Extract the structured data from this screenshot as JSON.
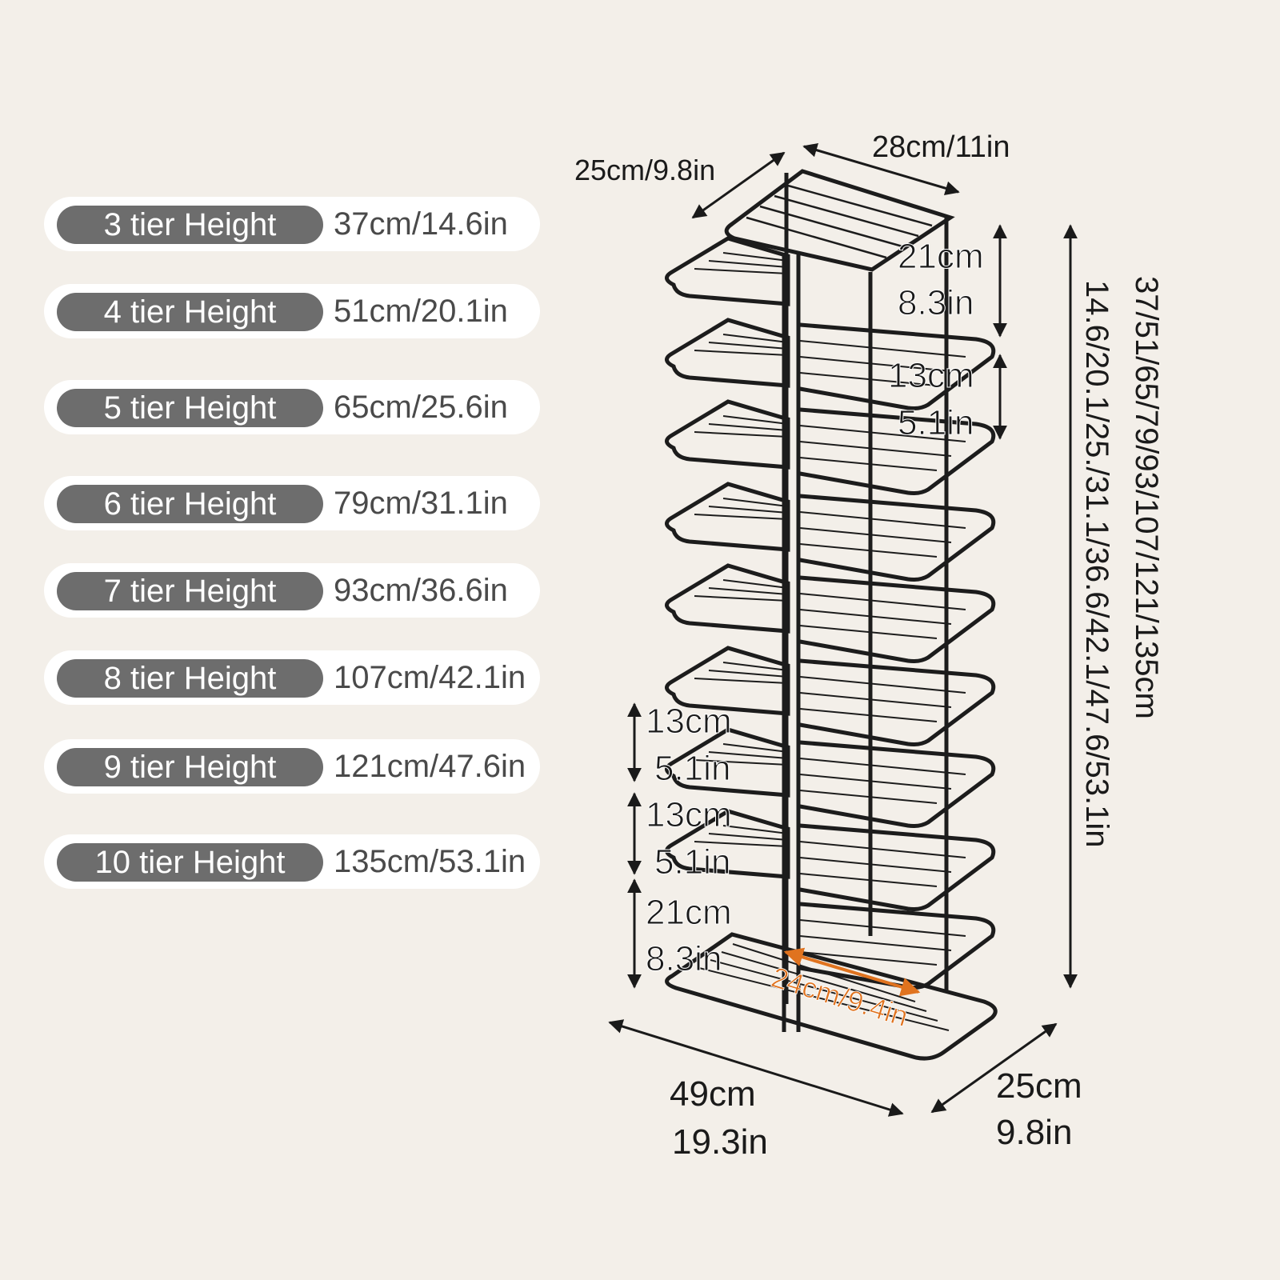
{
  "tiers": [
    {
      "label": "3 tier Height",
      "value": "37cm/14.6in"
    },
    {
      "label": "4 tier Height",
      "value": "51cm/20.1in"
    },
    {
      "label": "5 tier Height",
      "value": "65cm/25.6in"
    },
    {
      "label": "6 tier Height",
      "value": "79cm/31.1in"
    },
    {
      "label": "7 tier Height",
      "value": "93cm/36.6in"
    },
    {
      "label": "8 tier Height",
      "value": "107cm/42.1in"
    },
    {
      "label": "9 tier Height",
      "value": "121cm/47.6in"
    },
    {
      "label": "10 tier Height",
      "value": "135cm/53.1in"
    }
  ],
  "dimensions": {
    "top_depth": "25cm/9.8in",
    "top_width": "28cm/11in",
    "top_gap_cm": "21cm",
    "top_gap_in": "8.3in",
    "shelf_gap_cm": "13cm",
    "shelf_gap_in": "5.1in",
    "left_gap1_cm": "13cm",
    "left_gap1_in": "5.1in",
    "left_gap2_cm": "13cm",
    "left_gap2_in": "5.1in",
    "bottom_gap_cm": "21cm",
    "bottom_gap_in": "8.3in",
    "inner_width": "24cm/9.4in",
    "base_width_cm": "49cm",
    "base_width_in": "19.3in",
    "base_depth_cm": "25cm",
    "base_depth_in": "9.8in",
    "total_height_cm": "37/51/65/79/93/107/121/135cm",
    "total_height_in": "14.6/20.1/25./31.1/36.6/42.1/47.6/53.1in"
  },
  "colors": {
    "background": "#f3efe9",
    "pill": "#6d6d6d",
    "rack": "#1c1c1c",
    "accent": "#e0731f"
  }
}
